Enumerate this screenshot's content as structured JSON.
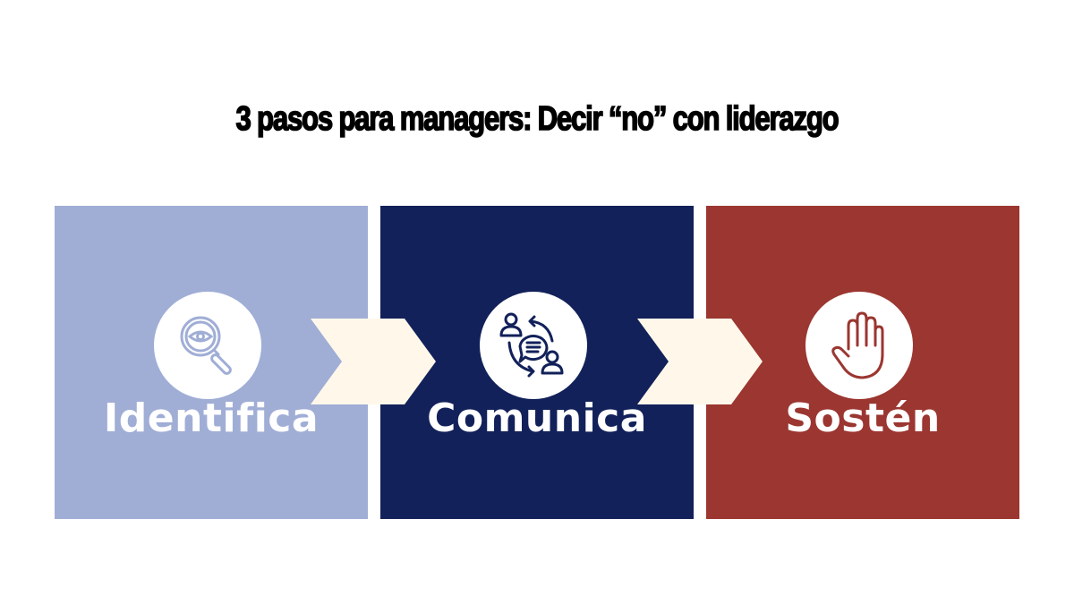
{
  "title": "3 pasos para managers: Decir “no” con liderazgo",
  "colors": {
    "step1": "#a0aed6",
    "step2": "#12215a",
    "step3": "#9b3630",
    "arrow": "#fff8ea",
    "text": "#ffffff"
  },
  "steps": [
    {
      "label": "Identifica",
      "icon": "magnifier-eye-icon"
    },
    {
      "label": "Comunica",
      "icon": "conversation-exchange-icon"
    },
    {
      "label": "Sostén",
      "icon": "raised-hand-icon"
    }
  ],
  "arrows": [
    {
      "icon": "chevron-right-icon"
    },
    {
      "icon": "chevron-right-icon"
    }
  ]
}
